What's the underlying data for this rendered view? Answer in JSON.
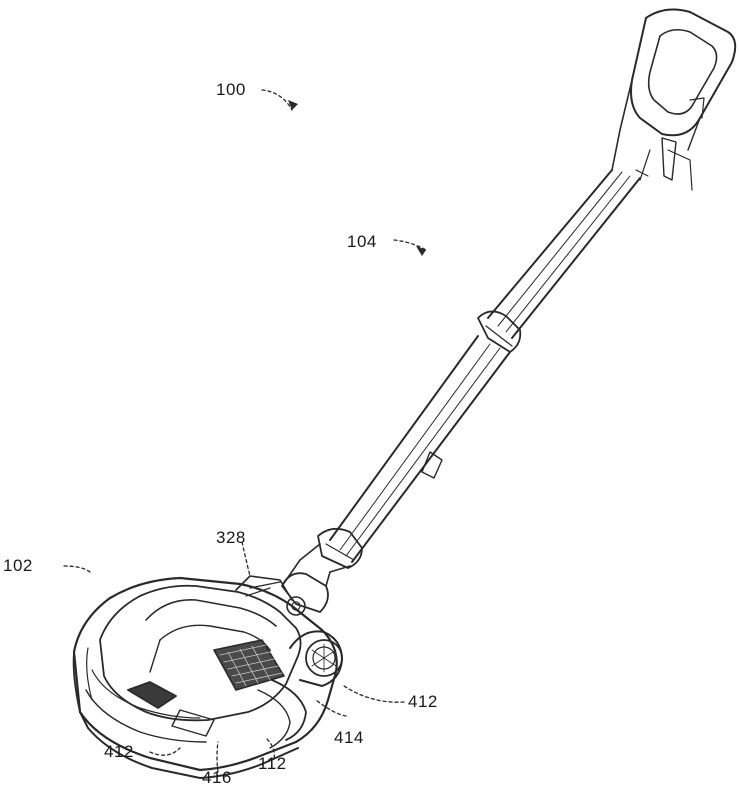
{
  "labels": {
    "vacuum": "100",
    "handle": "104",
    "cleaner_head": "102",
    "neck_joint": "328",
    "right_wheel": "412",
    "left_wheel": "412",
    "side_panel": "414",
    "housing": "112",
    "front_edge": "416"
  }
}
